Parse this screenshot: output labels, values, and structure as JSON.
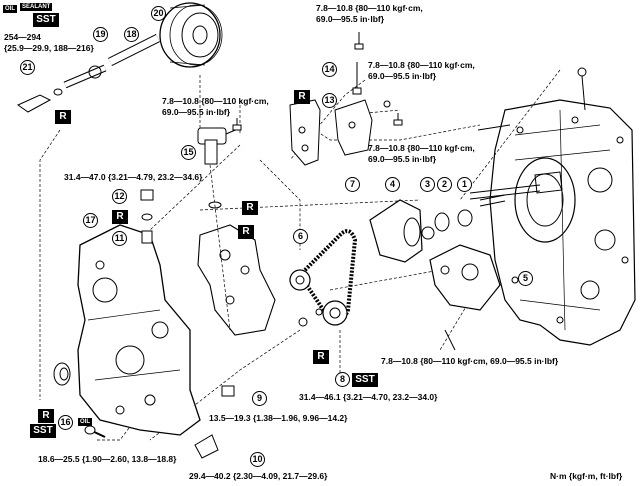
{
  "labels": {
    "oil": "OIL",
    "sealant": "SEALANT",
    "sst": "SST",
    "r": "R",
    "units": "N·m {kgf·m, ft·lbf}"
  },
  "callouts": [
    "1",
    "2",
    "3",
    "4",
    "5",
    "6",
    "7",
    "8",
    "9",
    "10",
    "11",
    "12",
    "13",
    "14",
    "15",
    "16",
    "17",
    "18",
    "19",
    "20",
    "21"
  ],
  "torques": {
    "t254": "254—294",
    "t254b": "{25.9—29.9, 188—216}",
    "t78_top_a": "7.8—10.8 {80—110 kgf·cm,",
    "t78_top_b": "69.0—95.5 in·lbf}",
    "t78_mid_a": "7.8—10.8 {80—110 kgf·cm,",
    "t78_mid_b": "69.0—95.5 in·lbf}",
    "t78_left_a": "7.8—10.8 {80—110 kgf·cm,",
    "t78_left_b": "69.0—95.5 in·lbf}",
    "t78_r13_a": "7.8—10.8 {80—110 kgf·cm,",
    "t78_r13_b": "69.0—95.5 in·lbf}",
    "t314a": "31.4—47.0 {3.21—4.79, 23.2—34.6}",
    "t78_bottom": "7.8—10.8 {80—110 kgf·cm, 69.0—95.5 in·lbf}",
    "t314b": "31.4—46.1 {3.21—4.70, 23.2—34.0}",
    "t135": "13.5—19.3 {1.38—1.96, 9.96—14.2}",
    "t186": "18.6—25.5 {1.90—2.60, 13.8—18.8}",
    "t294a": "29.4—40.2 {2.30—4.09, 21.7—29.6}"
  }
}
